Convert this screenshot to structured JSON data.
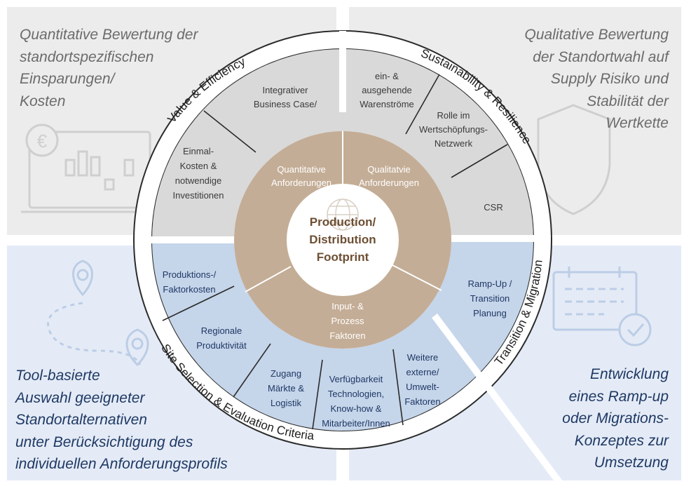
{
  "quadrants": {
    "top_left": "Quantitative Bewertung der\nstandortspezifischen\nEinsparungen/\nKosten",
    "top_right": "Qualitative Bewertung\nder Standortwahl auf\nSupply Risiko und\nStabilität der\nWertkette",
    "bottom_left": "Tool-basierte\nAuswahl geeigneter\nStandortalternativen\nunter Berücksichtigung des\nindividuellen Anforderungsprofils",
    "bottom_right": "Entwicklung\neines Ramp-up\noder Migrations-\nKonzeptes zur\nUmsetzung"
  },
  "ring": {
    "value_efficiency": "Value & Efficiency",
    "sustainability": "Sustainability & Resilience",
    "transition": "Transition & Migration",
    "site_selection": "Site Selection & Evaluation Criteria"
  },
  "segments": {
    "einmal_kosten": [
      "Einmal-",
      "Kosten &",
      "notwendige",
      "Investitionen"
    ],
    "business_case": [
      "Integrativer",
      "Business Case/"
    ],
    "warenstroeme": [
      "ein- &",
      "ausgehende",
      "Warenströme"
    ],
    "rolle": [
      "Rolle im",
      "Wertschöpfungs-",
      "Netzwerk"
    ],
    "csr": [
      "CSR"
    ],
    "ramp_up": [
      "Ramp-Up /",
      "Transition",
      "Planung"
    ],
    "produktionskosten": [
      "Produktions-/",
      "Faktorkosten"
    ],
    "regionale": [
      "Regionale",
      "Produktivität"
    ],
    "zugang": [
      "Zugang",
      "Märkte &",
      "Logistik"
    ],
    "verfuegbarkeit": [
      "Verfügbarkeit",
      "Technologien,",
      "Know-how &",
      "Mitarbeiter/Innen"
    ],
    "weitere": [
      "Weitere",
      "externe/",
      "Umwelt-",
      "Faktoren"
    ]
  },
  "middle": {
    "quantitative": [
      "Quantitative",
      "Anforderungen"
    ],
    "qualitative": [
      "Qualitatvie",
      "Anforderungen"
    ],
    "input": [
      "Input- &",
      "Prozess",
      "Faktoren"
    ]
  },
  "center": [
    "Production/",
    "Distribution",
    "Footprint"
  ],
  "colors": {
    "gray_panel": "#ececec",
    "blue_panel": "#e4ebf6",
    "gray_segment": "#d9d9d9",
    "blue_segment": "#c5d5ea",
    "tan_ring": "#c4ad96",
    "center_text": "#6d4f33",
    "dark_text": "#1f3864",
    "gray_text": "#6b6b6b"
  },
  "icons": [
    "euro-chart-icon",
    "shield-icon",
    "location-route-icon",
    "calendar-check-icon"
  ]
}
